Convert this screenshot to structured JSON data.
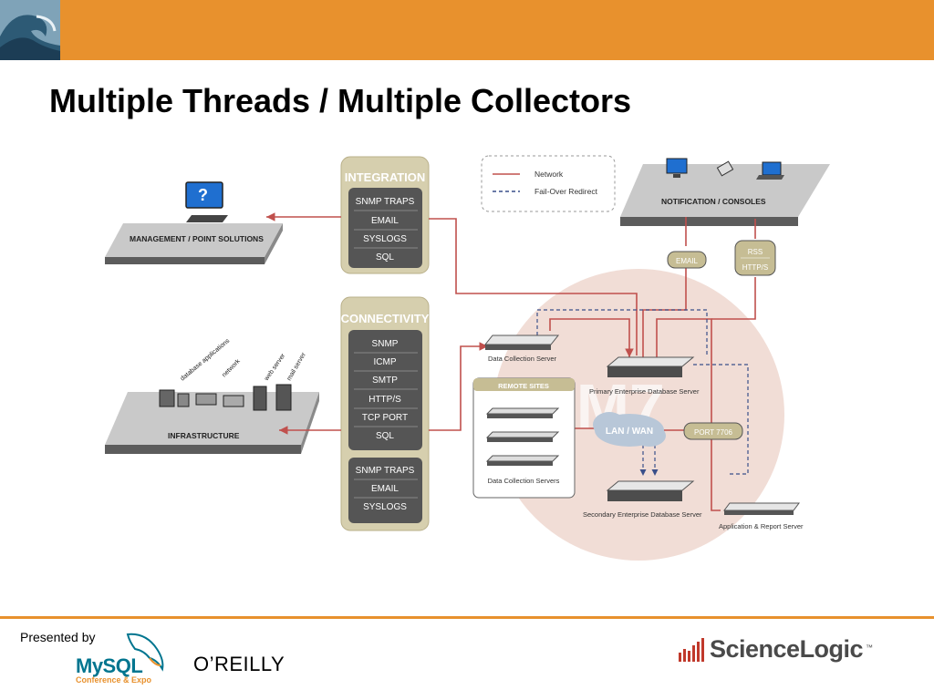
{
  "slide": {
    "title": "Multiple Threads / Multiple Collectors"
  },
  "legend": {
    "network": "Network",
    "failover": "Fail-Over Redirect"
  },
  "integration": {
    "heading": "INTEGRATION",
    "items": [
      "SNMP TRAPS",
      "EMAIL",
      "SYSLOGS",
      "SQL"
    ]
  },
  "connectivity": {
    "heading": "CONNECTIVITY",
    "items": [
      "SNMP",
      "ICMP",
      "SMTP",
      "HTTP/S",
      "TCP PORT",
      "SQL"
    ],
    "items2": [
      "SNMP TRAPS",
      "EMAIL",
      "SYSLOGS"
    ]
  },
  "platforms": {
    "management": "MANAGEMENT / POINT SOLUTIONS",
    "notification": "NOTIFICATION / CONSOLES",
    "infrastructure": "INFRASTRUCTURE"
  },
  "infra_labels": [
    "database applications",
    "network",
    "web server",
    "mail server"
  ],
  "tags": {
    "email": "EMAIL",
    "rss": "RSS",
    "https": "HTTP/S",
    "port": "PORT 7706",
    "lanwan": "LAN / WAN"
  },
  "servers": {
    "data_collection": "Data Collection Server",
    "primary_db": "Primary Enterprise Database Server",
    "remote_sites": "REMOTE SITES",
    "data_collection_plural": "Data Collection Servers",
    "secondary_db": "Secondary Enterprise Database Server",
    "app_report": "Application & Report Server"
  },
  "footer": {
    "presented_by": "Presented by",
    "mysql": "MySQL",
    "mysql_sub": "Conference & Expo",
    "oreilly": "O’REILLY",
    "sciencelogic": "ScienceLogic",
    "tm": "™"
  },
  "colors": {
    "header_orange": "#e8912d",
    "network_line": "#c0504d",
    "panel_tan": "#d6cfae",
    "panel_dark": "#555555",
    "mysql_blue": "#00758f"
  }
}
